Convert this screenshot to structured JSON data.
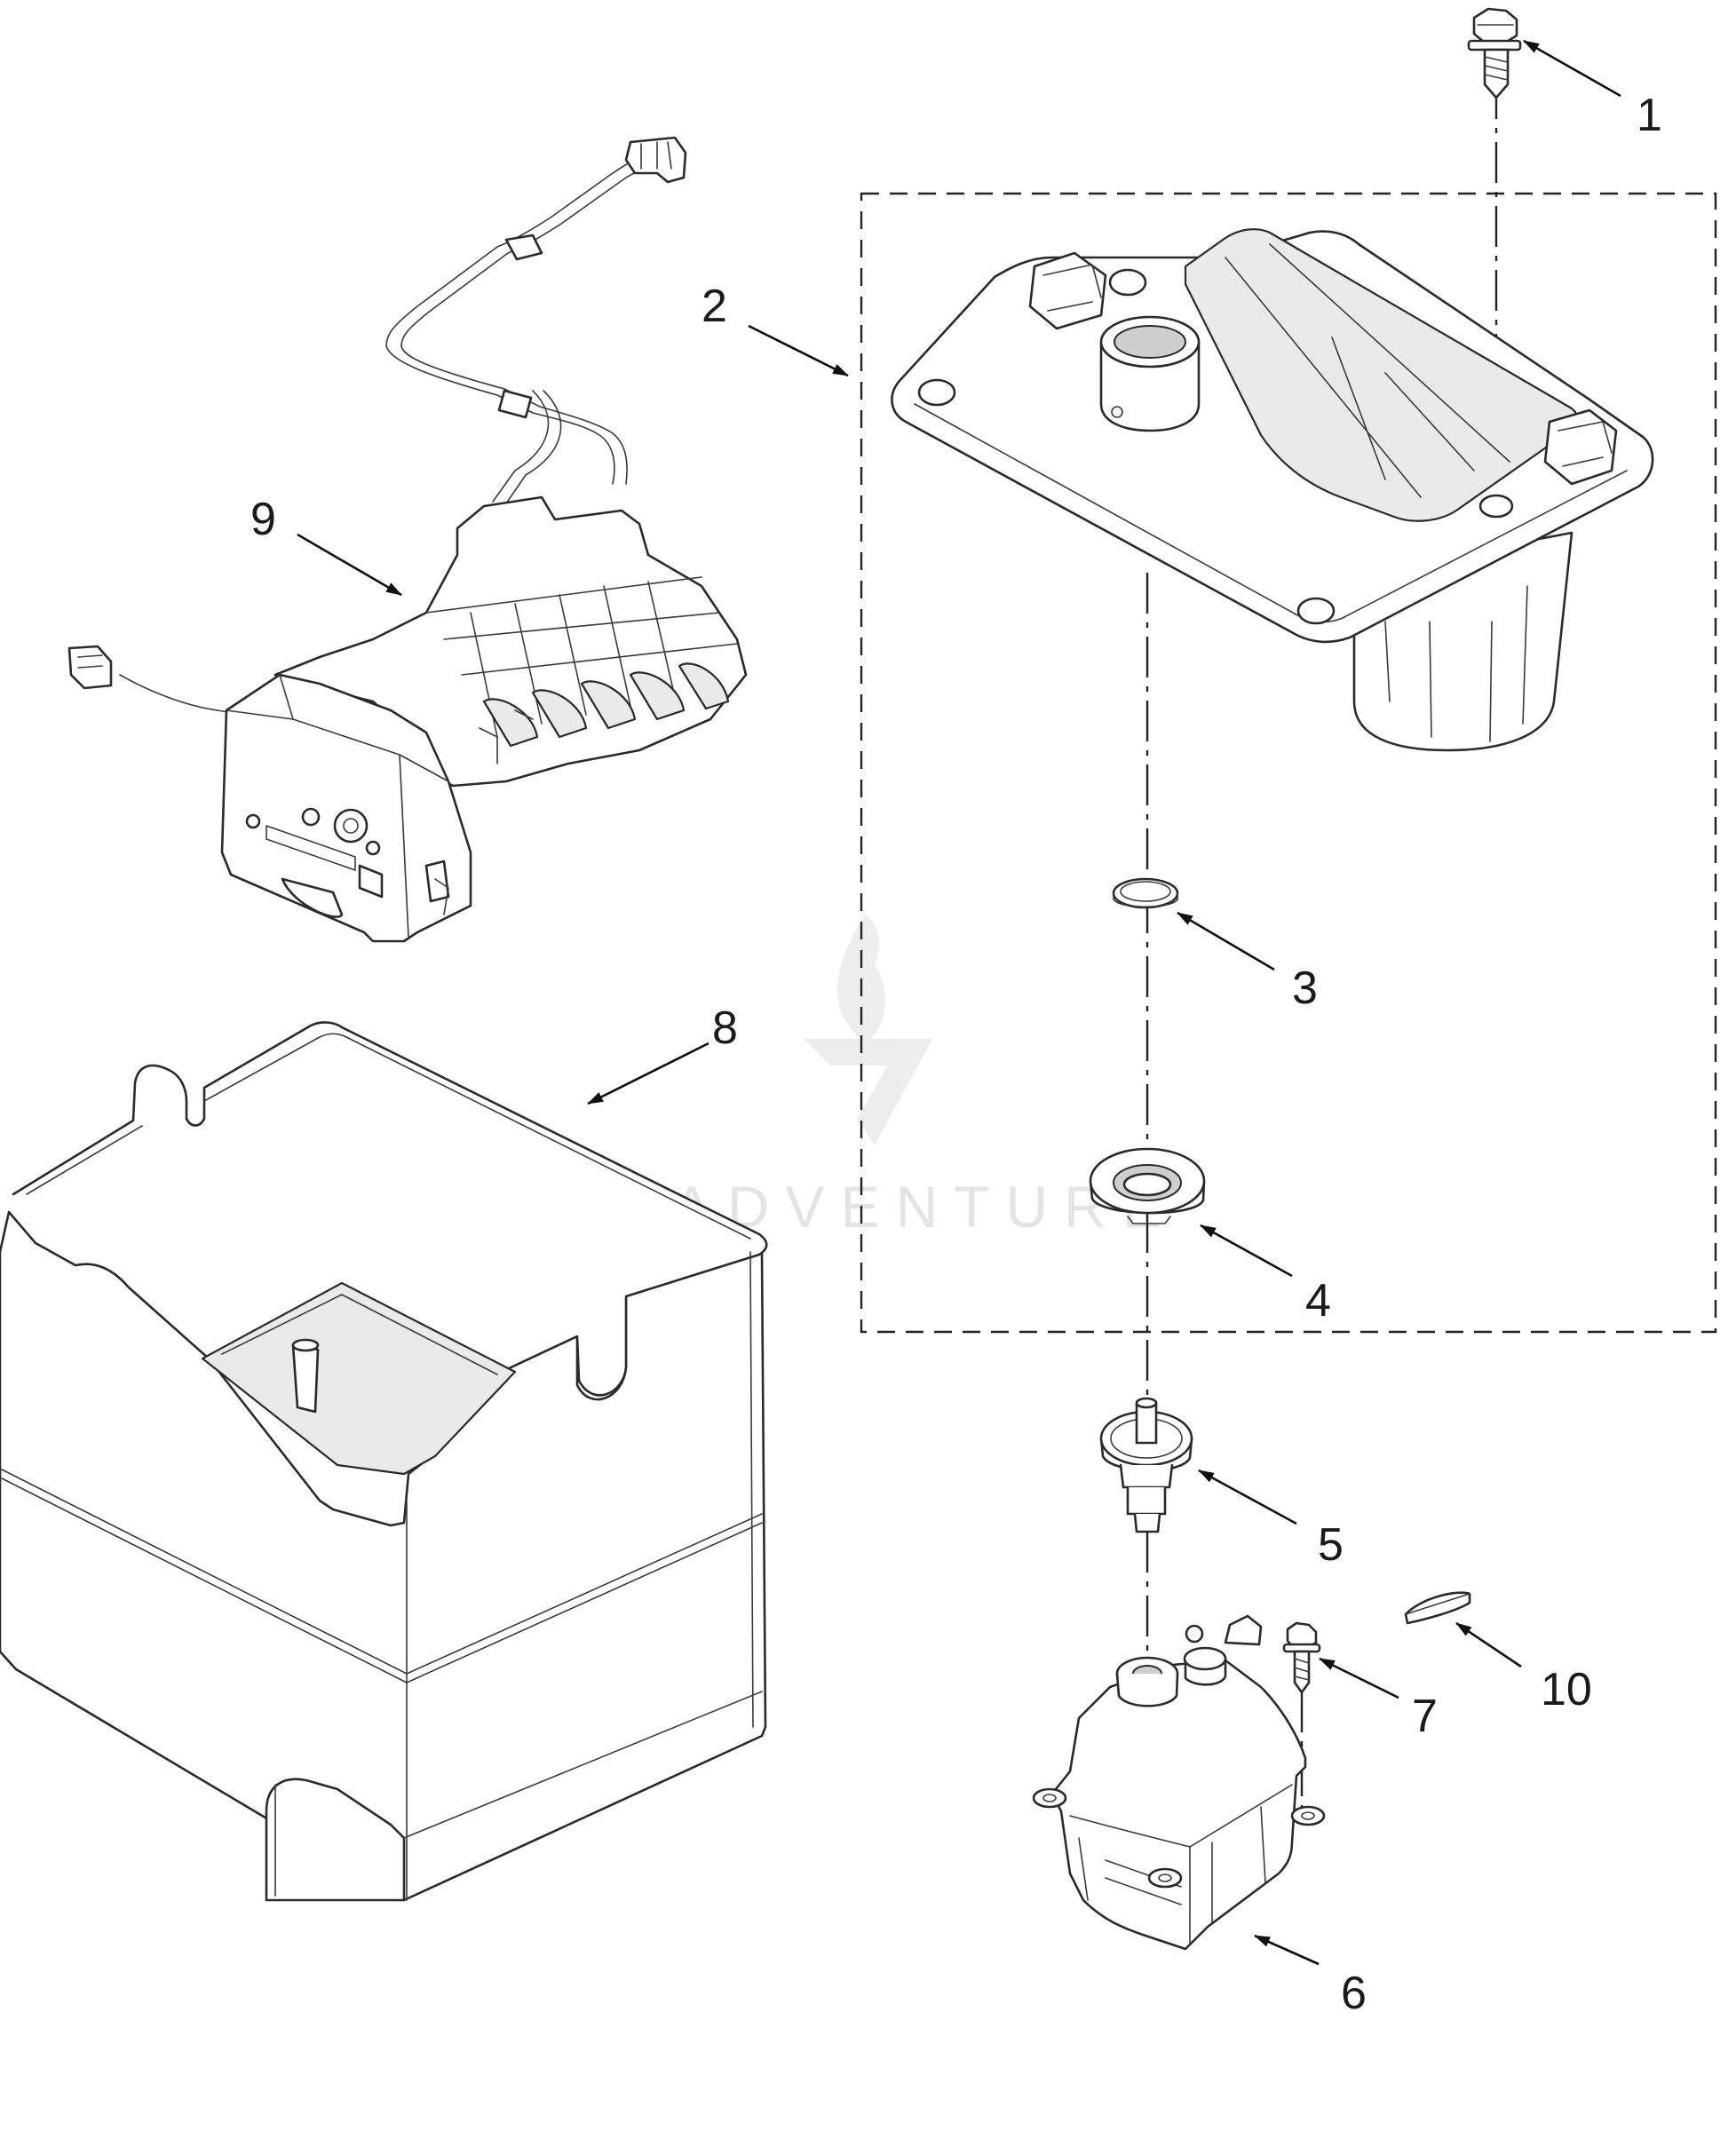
{
  "diagram": {
    "callouts": [
      {
        "id": "1",
        "label": "1"
      },
      {
        "id": "2",
        "label": "2"
      },
      {
        "id": "3",
        "label": "3"
      },
      {
        "id": "4",
        "label": "4"
      },
      {
        "id": "5",
        "label": "5"
      },
      {
        "id": "6",
        "label": "6"
      },
      {
        "id": "7",
        "label": "7"
      },
      {
        "id": "8",
        "label": "8"
      },
      {
        "id": "9",
        "label": "9"
      },
      {
        "id": "10",
        "label": "10"
      }
    ],
    "watermark": {
      "text": "LEADVENTURE"
    }
  },
  "colors": {
    "line": "#2a2a2a",
    "watermark": "#e4e4e4",
    "background": "#ffffff"
  }
}
